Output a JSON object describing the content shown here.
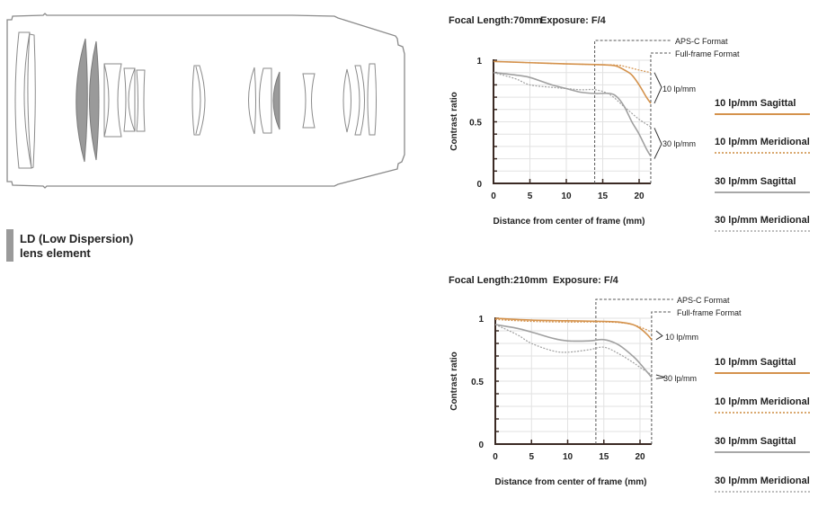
{
  "lens_legend": {
    "line1": "LD (Low Dispersion)",
    "line2": "lens element",
    "ld_color": "#9a9a9a"
  },
  "colors": {
    "orange": "#d4924c",
    "gray": "#a0a0a0",
    "axis": "#3b2a24"
  },
  "chart_data": [
    {
      "type": "line",
      "title_focal": "Focal Length:70mm",
      "title_exposure": "Exposure: F/4",
      "xlabel": "Distance from center of frame (mm)",
      "ylabel": "Contrast ratio",
      "xlim": [
        0,
        21.6
      ],
      "ylim": [
        0,
        1
      ],
      "xticks": [
        "0",
        "5",
        "10",
        "15",
        "20"
      ],
      "yticks": [
        "0",
        "0.5",
        "1"
      ],
      "grid": true,
      "markers": [
        {
          "label": "APS-C Format",
          "x": 13.9
        },
        {
          "label": "Full-frame Format",
          "x": 21.6
        }
      ],
      "annotations": [
        "10 lp/mm",
        "30 lp/mm"
      ],
      "series": [
        {
          "name": "10 lp/mm Sagittal",
          "style": "solid",
          "color": "orange",
          "x": [
            0,
            5,
            10,
            14,
            16,
            17,
            18,
            19,
            20,
            21,
            21.6
          ],
          "y": [
            0.99,
            0.98,
            0.97,
            0.965,
            0.96,
            0.95,
            0.92,
            0.88,
            0.8,
            0.7,
            0.65
          ]
        },
        {
          "name": "10 lp/mm Meridional",
          "style": "dotted",
          "color": "orange",
          "x": [
            0,
            5,
            10,
            14,
            17,
            18,
            20,
            21.6
          ],
          "y": [
            0.99,
            0.98,
            0.97,
            0.965,
            0.96,
            0.95,
            0.92,
            0.9
          ]
        },
        {
          "name": "30 lp/mm Sagittal",
          "style": "solid",
          "color": "gray",
          "x": [
            0,
            3,
            5,
            8,
            10,
            12,
            14,
            16,
            17,
            18,
            19,
            20,
            21,
            21.6
          ],
          "y": [
            0.9,
            0.88,
            0.86,
            0.8,
            0.77,
            0.74,
            0.73,
            0.73,
            0.7,
            0.62,
            0.5,
            0.4,
            0.28,
            0.22
          ]
        },
        {
          "name": "30 lp/mm Meridional",
          "style": "dotted",
          "color": "gray",
          "x": [
            0,
            3,
            5,
            8,
            10,
            12,
            14,
            16,
            18,
            20,
            21.6
          ],
          "y": [
            0.9,
            0.85,
            0.8,
            0.78,
            0.77,
            0.76,
            0.76,
            0.72,
            0.62,
            0.52,
            0.46
          ]
        }
      ]
    },
    {
      "type": "line",
      "title_focal": "Focal Length:210mm",
      "title_exposure": "Exposure: F/4",
      "xlabel": "Distance from center of frame (mm)",
      "ylabel": "Contrast ratio",
      "xlim": [
        0,
        21.6
      ],
      "ylim": [
        0,
        1
      ],
      "xticks": [
        "0",
        "5",
        "10",
        "15",
        "20"
      ],
      "yticks": [
        "0",
        "0.5",
        "1"
      ],
      "grid": true,
      "markers": [
        {
          "label": "APS-C Format",
          "x": 13.9
        },
        {
          "label": "Full-frame Format",
          "x": 21.6
        }
      ],
      "annotations": [
        "10 lp/mm",
        "30 lp/mm"
      ],
      "series": [
        {
          "name": "10 lp/mm Sagittal",
          "style": "solid",
          "color": "orange",
          "x": [
            0,
            5,
            10,
            15,
            17,
            19,
            20,
            21,
            21.6
          ],
          "y": [
            1,
            0.985,
            0.98,
            0.975,
            0.97,
            0.95,
            0.92,
            0.87,
            0.83
          ]
        },
        {
          "name": "10 lp/mm Meridional",
          "style": "dotted",
          "color": "orange",
          "x": [
            0,
            5,
            10,
            15,
            18,
            20,
            21.6
          ],
          "y": [
            0.99,
            0.975,
            0.97,
            0.97,
            0.96,
            0.93,
            0.89
          ]
        },
        {
          "name": "30 lp/mm Sagittal",
          "style": "solid",
          "color": "gray",
          "x": [
            0,
            3,
            5,
            8,
            10,
            13,
            15,
            17,
            19,
            20,
            21.6
          ],
          "y": [
            0.95,
            0.92,
            0.89,
            0.84,
            0.82,
            0.82,
            0.83,
            0.79,
            0.7,
            0.64,
            0.53
          ]
        },
        {
          "name": "30 lp/mm Meridional",
          "style": "dotted",
          "color": "gray",
          "x": [
            0,
            3,
            5,
            8,
            10,
            13,
            15,
            17,
            19,
            20,
            21.6
          ],
          "y": [
            0.95,
            0.87,
            0.8,
            0.74,
            0.73,
            0.75,
            0.77,
            0.72,
            0.65,
            0.61,
            0.55
          ]
        }
      ]
    }
  ]
}
